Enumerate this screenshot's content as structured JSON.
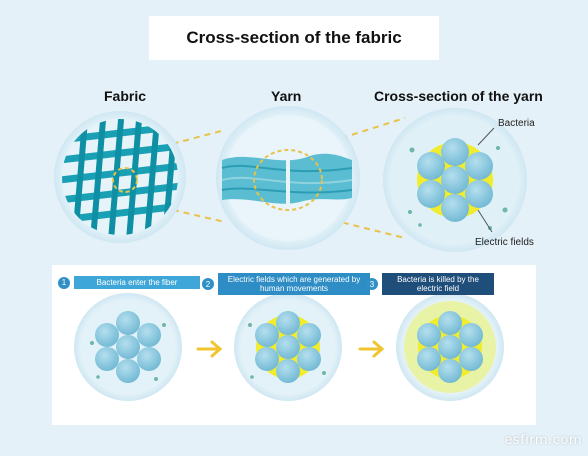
{
  "title": "Cross-section of the fabric",
  "top_labels": {
    "fabric": "Fabric",
    "yarn": "Yarn",
    "cross_section": "Cross-section of the yarn"
  },
  "callouts": {
    "bacteria": "Bacteria",
    "electric_fields": "Electric fields"
  },
  "steps": [
    {
      "number": "1",
      "text": "Bacteria enter the fiber"
    },
    {
      "number": "2",
      "text": "Electric fields which are generated by human movements"
    },
    {
      "number": "3",
      "text": "Bacteria is killed by the electric field"
    }
  ],
  "watermark": "esfirm.com",
  "colors": {
    "background": "#e4f1f8",
    "fiber": "#8ec9df",
    "field": "#f1ec2c",
    "accent": "#2f8fc6",
    "dashed": "#e8c24a"
  }
}
